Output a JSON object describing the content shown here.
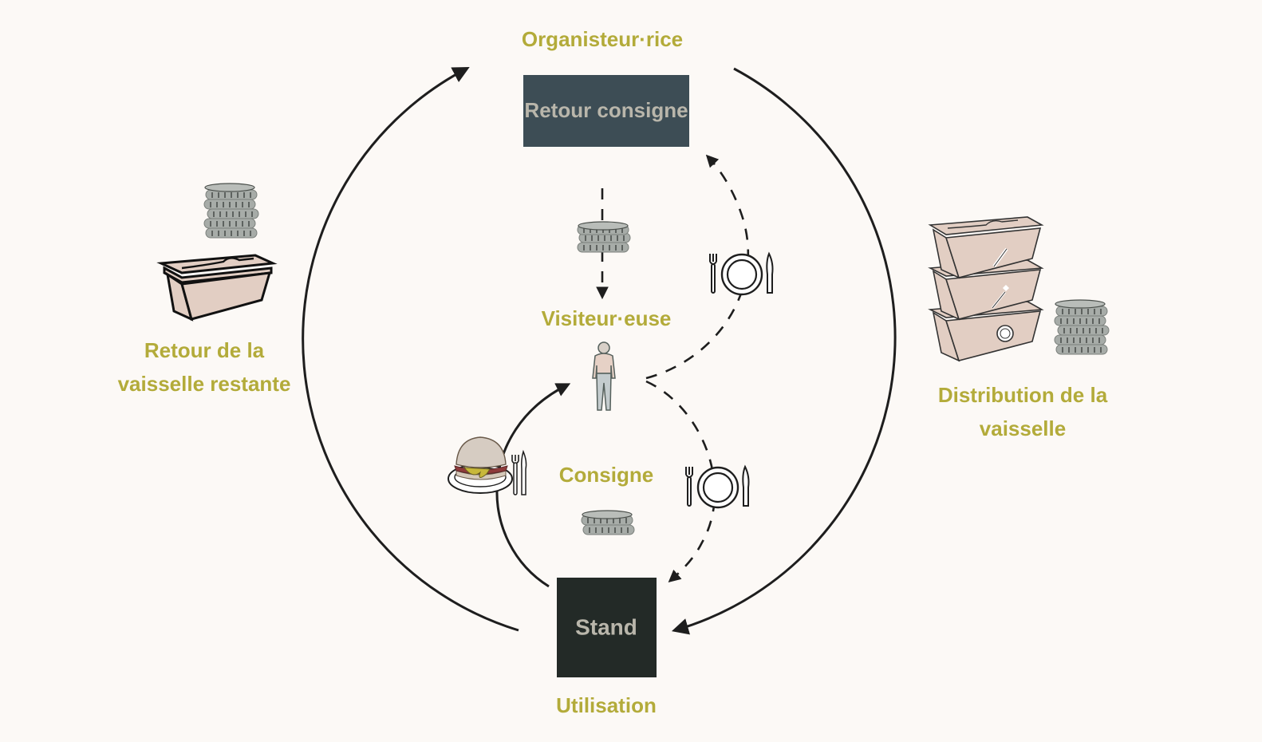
{
  "colors": {
    "background": "#fcf9f6",
    "label": "#b3ab3a",
    "box_organiser": "#3d4d55",
    "box_stand": "#232a27",
    "box_text": "#b9b6ab",
    "line": "#1e1e1e",
    "crate_fill": "#e2cec3",
    "coin_fill": "#a7aca8"
  },
  "nodes": {
    "organiser": {
      "role_label": "Organisteur·rice",
      "box_label": "Retour consigne"
    },
    "visitor": {
      "label": "Visiteur·euse",
      "icon": "person-icon"
    },
    "stand": {
      "box_label": "Stand",
      "role_label": "Utilisation"
    },
    "deposit": {
      "label": "Consigne",
      "icon": "coin-stack-icon"
    }
  },
  "side_steps": {
    "left": {
      "line1": "Retour de la",
      "line2": "vaisselle restante",
      "icons": [
        "coin-stack-icon",
        "crate-icon"
      ]
    },
    "right": {
      "line1": "Distribution de la",
      "line2": "vaisselle",
      "icons": [
        "stacked-crates-icon",
        "coin-stack-icon"
      ]
    }
  },
  "flows": [
    {
      "from": "Stand",
      "to": "Retour consigne",
      "style": "solid",
      "side": "left"
    },
    {
      "from": "Retour consigne",
      "to": "Stand",
      "style": "solid",
      "side": "right"
    },
    {
      "from": "Retour consigne",
      "to": "Visiteur·euse",
      "style": "dashed",
      "carries": "coin-stack-icon"
    },
    {
      "from": "Visiteur·euse",
      "to": "Retour consigne",
      "style": "dashed",
      "carries": "plate-cutlery-icon"
    },
    {
      "from": "Visiteur·euse",
      "to": "Stand",
      "style": "dashed",
      "carries": "plate-cutlery-icon"
    },
    {
      "from": "Stand",
      "to": "Visiteur·euse",
      "style": "solid",
      "carries": "burger-plate-icon"
    }
  ]
}
